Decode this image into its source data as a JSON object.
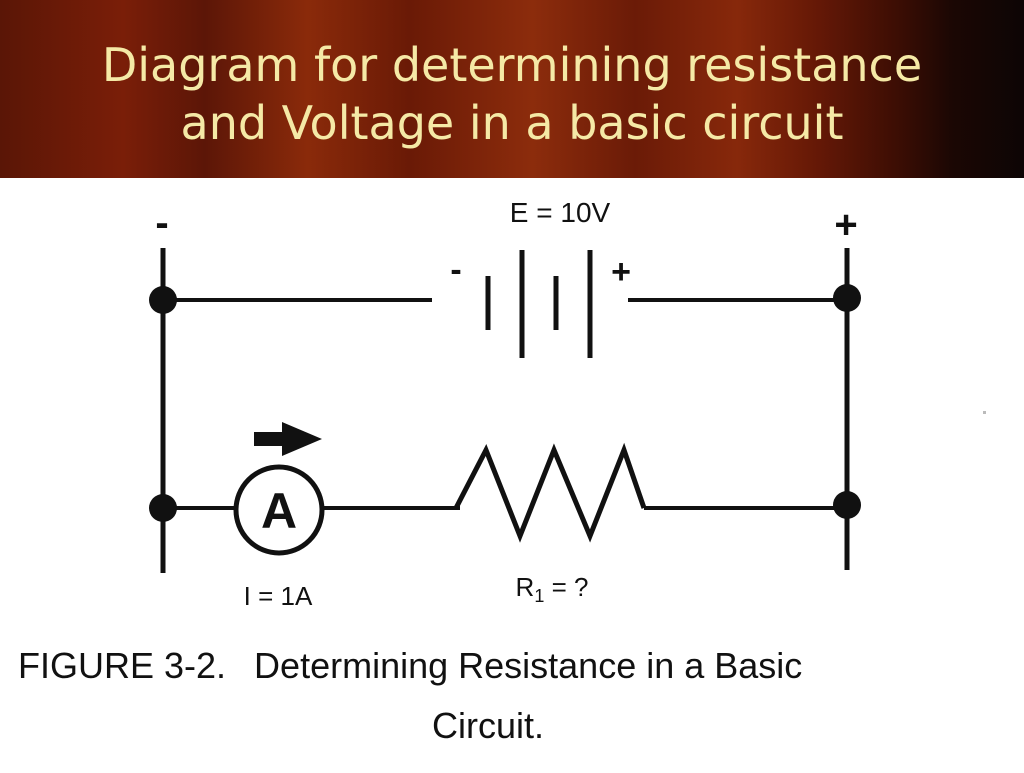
{
  "slide": {
    "title_line1": "Diagram for determining resistance",
    "title_line2": "and Voltage in a basic circuit"
  },
  "circuit": {
    "source_label": "E = 10V",
    "left_terminal_polarity": "-",
    "right_terminal_polarity": "+",
    "battery_neg": "-",
    "battery_pos": "+",
    "ammeter_symbol": "A",
    "current_label": "I = 1A",
    "resistor_label": "R",
    "resistor_subscript": "1",
    "resistor_value": " = ?"
  },
  "caption": {
    "figure_number": "FIGURE 3-2.",
    "line1": "Determining Resistance in a Basic",
    "line2": "Circuit."
  }
}
